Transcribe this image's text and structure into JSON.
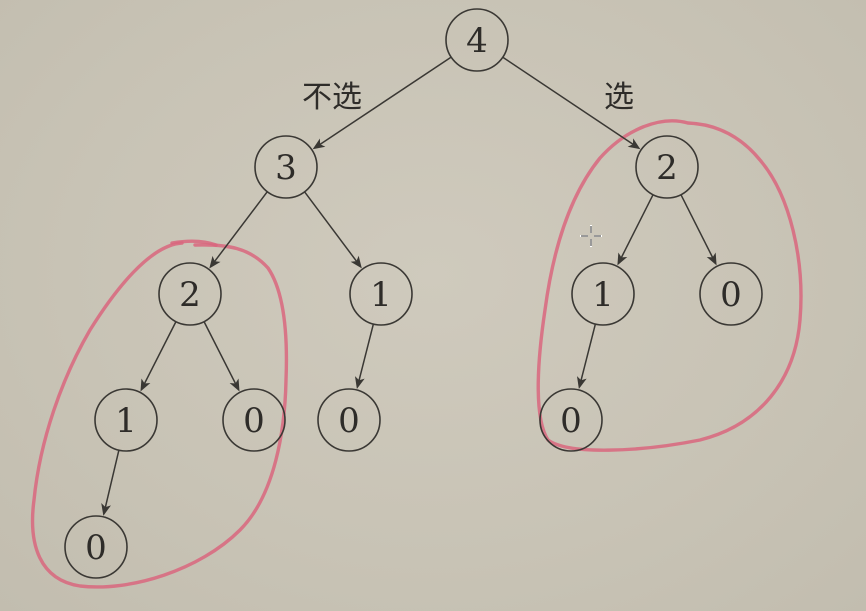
{
  "labels": {
    "left": "不选",
    "right": "选"
  },
  "nodes": [
    {
      "id": "n-root",
      "value": "4"
    },
    {
      "id": "n-l",
      "value": "3"
    },
    {
      "id": "n-r",
      "value": "2"
    },
    {
      "id": "n-ll",
      "value": "2"
    },
    {
      "id": "n-lr",
      "value": "1"
    },
    {
      "id": "n-rl",
      "value": "1"
    },
    {
      "id": "n-rr",
      "value": "0"
    },
    {
      "id": "n-lll",
      "value": "1"
    },
    {
      "id": "n-llr",
      "value": "0"
    },
    {
      "id": "n-lrl",
      "value": "0"
    },
    {
      "id": "n-rll",
      "value": "0"
    },
    {
      "id": "n-llll",
      "value": "0"
    }
  ],
  "edges": [
    [
      "n-root",
      "n-l"
    ],
    [
      "n-root",
      "n-r"
    ],
    [
      "n-l",
      "n-ll"
    ],
    [
      "n-l",
      "n-lr"
    ],
    [
      "n-ll",
      "n-lll"
    ],
    [
      "n-ll",
      "n-llr"
    ],
    [
      "n-lll",
      "n-llll"
    ],
    [
      "n-lr",
      "n-lrl"
    ],
    [
      "n-r",
      "n-rl"
    ],
    [
      "n-r",
      "n-rr"
    ],
    [
      "n-rl",
      "n-rll"
    ]
  ],
  "colors": {
    "highlight": "#d9667e",
    "ink": "#3a3834",
    "background": "#c9c4b6"
  }
}
